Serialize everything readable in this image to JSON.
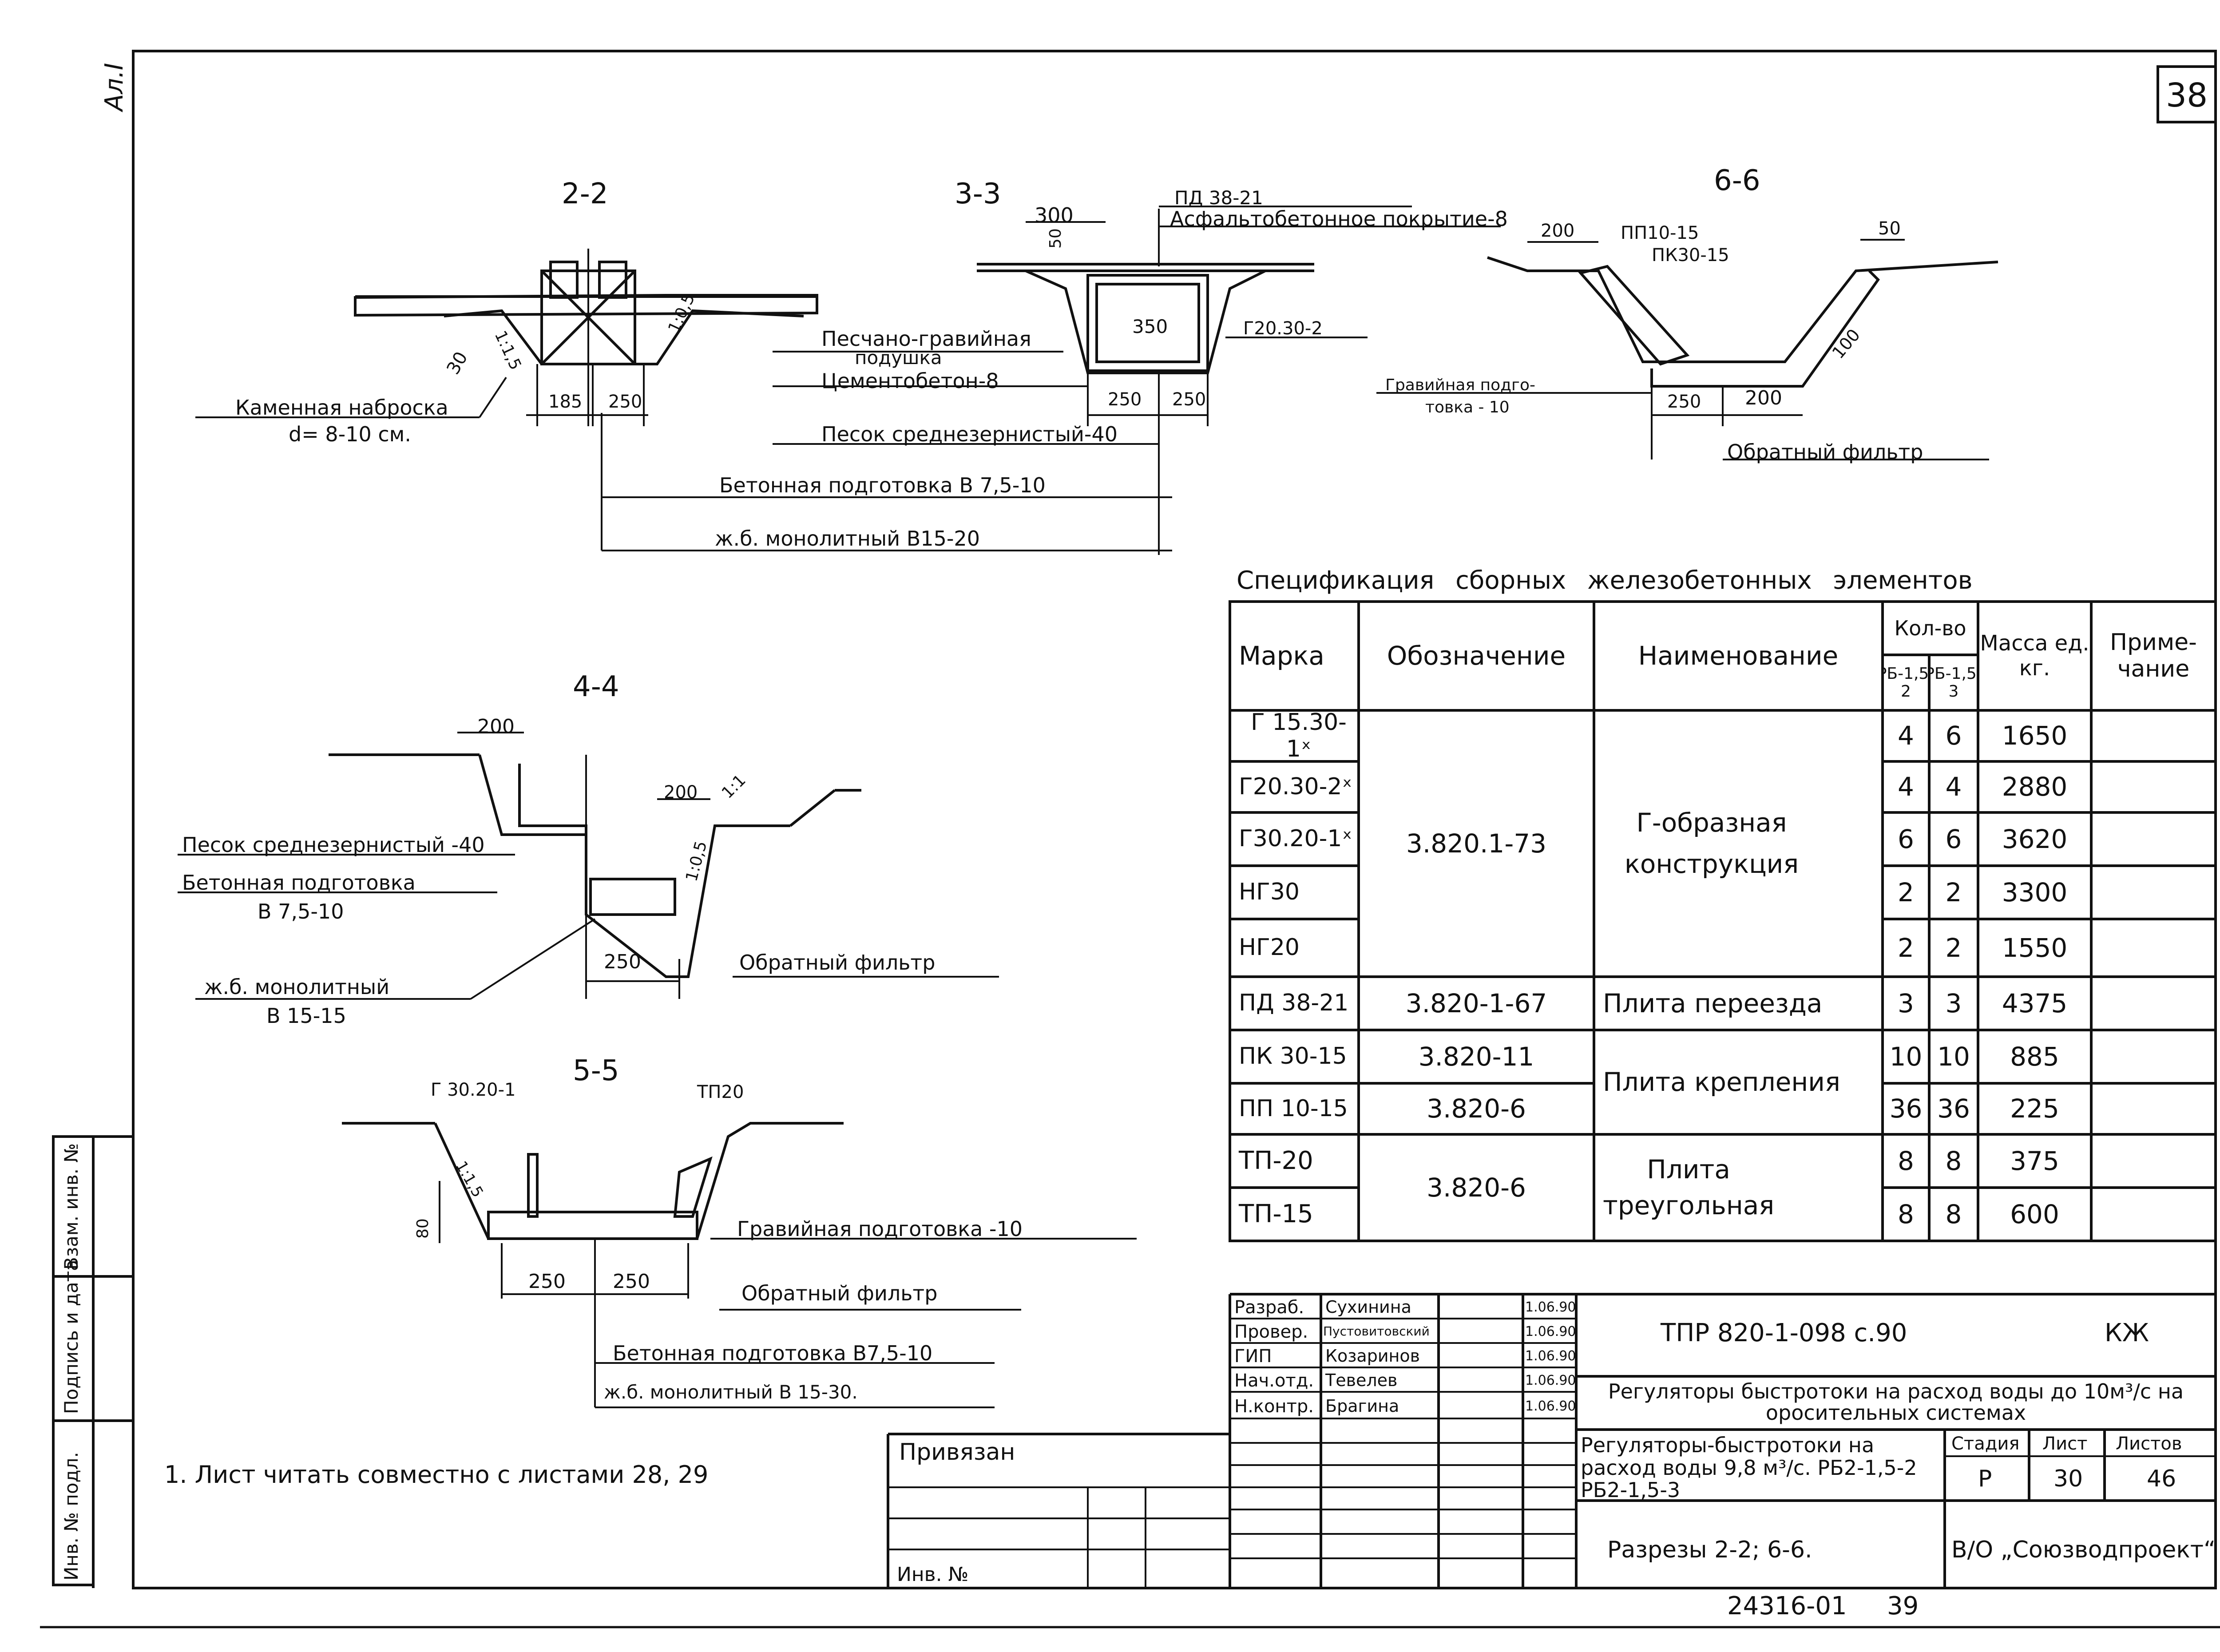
{
  "corner": {
    "al": "Ал.I",
    "sheet_no": "38"
  },
  "sections": {
    "s22": {
      "title": "2-2",
      "labels": [
        "Каменная наброска",
        "d= 8-10 см.",
        "1:1,5",
        "1:0,5",
        "30",
        "185",
        "250"
      ]
    },
    "s33": {
      "title": "3-3",
      "labels": [
        "300",
        "50",
        "ПД 38-21",
        "Асфальтобетонное покрытие-8",
        "350",
        "Г20.30-2",
        "Песчано-гравийная",
        "подушка",
        "Цементобетон-8",
        "250",
        "250",
        "Песок среднезернистый-40",
        "Бетонная подготовка В 7,5-10",
        "ж.б. монолитный В15-20"
      ]
    },
    "s66": {
      "title": "6-6",
      "labels": [
        "200",
        "ПП10-15",
        "ПК30-15",
        "50",
        "100",
        "Гравийная подго-",
        "товка - 10",
        "250",
        "200",
        "Обратный фильтр"
      ]
    },
    "s44": {
      "title": "4-4",
      "labels": [
        "200",
        "200",
        "1:1",
        "1:0,5",
        "Песок среднезернистый -40",
        "Бетонная подготовка",
        "В 7,5-10",
        "250",
        "Обратный фильтр",
        "ж.б. монолитный",
        "В 15-15"
      ]
    },
    "s55": {
      "title": "5-5",
      "labels": [
        "Г 30.20-1",
        "ТП20",
        "1:1,5",
        "80",
        "Гравийная подготовка -10",
        "250",
        "250",
        "Обратный фильтр",
        "Бетонная подготовка В7,5-10",
        "ж.б. монолитный В 15-30."
      ]
    }
  },
  "spec": {
    "title": "Спецификация сборных железобетонных элементов",
    "headers": {
      "mark": "Марка",
      "designation": "Обозначение",
      "name": "Наименование",
      "qty": "Кол-во",
      "rb2": "РБ-1,5-2",
      "rb3": "РБ-1,5-3",
      "mass": "Масса ед. кг.",
      "note": "Приме-чание"
    },
    "rows": [
      {
        "mark": "Г 15.30-1ˣ",
        "q2": "4",
        "q3": "6",
        "mass": "1650"
      },
      {
        "mark": "Г20.30-2ˣ",
        "q2": "4",
        "q3": "4",
        "mass": "2880"
      },
      {
        "mark": "Г30.20-1ˣ",
        "q2": "6",
        "q3": "6",
        "mass": "3620"
      },
      {
        "mark": "НГ30",
        "q2": "2",
        "q3": "2",
        "mass": "3300"
      },
      {
        "mark": "НГ20",
        "q2": "2",
        "q3": "2",
        "mass": "1550"
      },
      {
        "mark": "ПД 38-21",
        "q2": "3",
        "q3": "3",
        "mass": "4375"
      },
      {
        "mark": "ПК 30-15",
        "q2": "10",
        "q3": "10",
        "mass": "885"
      },
      {
        "mark": "ПП 10-15",
        "q2": "36",
        "q3": "36",
        "mass": "225"
      },
      {
        "mark": "ТП-20",
        "q2": "8",
        "q3": "8",
        "mass": "375"
      },
      {
        "mark": "ТП-15",
        "q2": "8",
        "q3": "8",
        "mass": "600"
      }
    ],
    "groups": [
      {
        "designation": "3.820.1-73",
        "name": "Г-образная конструкция"
      },
      {
        "designation": "3.820-1-67",
        "name": "Плита переезда"
      },
      {
        "designation": "3.820-11",
        "name": "Плита крепления"
      },
      {
        "designation": "3.820-6",
        "name": ""
      },
      {
        "designation": "3.820-6",
        "name": "Плита треугольная"
      }
    ]
  },
  "note": "1. Лист читать совместно с листами 28, 29",
  "side_stamp": [
    "Инв. № подл.",
    "Подпись и дата",
    "Взам. инв. №"
  ],
  "binding": {
    "label": "Привязан",
    "inv": "Инв. №"
  },
  "title_block": {
    "roles": [
      {
        "role": "Разраб.",
        "name": "Сухинина",
        "date": "1.06.90"
      },
      {
        "role": "Провер.",
        "name": "Пустовитовский",
        "date": "1.06.90"
      },
      {
        "role": "ГИП",
        "name": "Козаринов",
        "date": "1.06.90"
      },
      {
        "role": "Нач.отд.",
        "name": "Тевелев",
        "date": "1.06.90"
      },
      {
        "role": "Н.контр.",
        "name": "Брагина",
        "date": "1.06.90"
      }
    ],
    "code": "ТПР 820-1-098 с.90",
    "mark": "КЖ",
    "project": "Регуляторы быстротоки на расход воды до 10м³/с на оросительных системах",
    "object": "Регуляторы-быстротоки на расход воды 9,8 м³/с. РБ2-1,5-2   РБ2-1,5-3",
    "stage_label": "Стадия",
    "sheet_label": "Лист",
    "sheets_label": "Листов",
    "stage": "Р",
    "sheet": "30",
    "sheets": "46",
    "sheet_title": "Разрезы 2-2; 6-6.",
    "org": "В/О „Союзводпроект“"
  },
  "footer": {
    "number": "24316-01",
    "page": "39"
  }
}
